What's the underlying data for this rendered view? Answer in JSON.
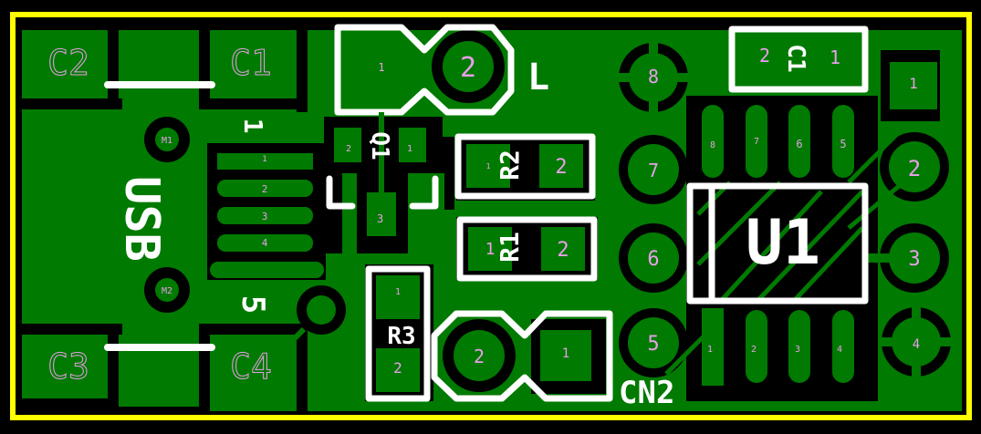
{
  "board": {
    "outline_color": "#ffff00",
    "copper_color": "#007a00",
    "silkscreen_color": "#ffffff",
    "pad_label_color": "#e8a0e8",
    "background_color": "#000000"
  },
  "silkscreen": {
    "usb": "USB",
    "usb_pin1": "1",
    "usb_pin5": "5",
    "L": "L",
    "Q1": "Q1",
    "R2": "R2",
    "R1": "R1",
    "R3": "R3",
    "C1": "C1",
    "U1": "U1",
    "CN2": "CN2"
  },
  "components": {
    "C2": {
      "ref": "C2"
    },
    "C1_usb": {
      "ref": "C1"
    },
    "C3": {
      "ref": "C3"
    },
    "C4": {
      "ref": "C4"
    },
    "M1": {
      "ref": "M1"
    },
    "M2": {
      "ref": "M2"
    },
    "usb_pins": [
      "1",
      "2",
      "3",
      "4"
    ],
    "L_pads": [
      "1",
      "2"
    ],
    "Q1_pads": [
      "2",
      "1",
      "3"
    ],
    "R2_pads": [
      "1",
      "2"
    ],
    "R1_pads": [
      "1",
      "2"
    ],
    "R3_pads": [
      "1",
      "2"
    ],
    "CN2_pads": [
      "2",
      "1"
    ],
    "C1_pads": [
      "2",
      "1"
    ],
    "U1_top_pads": [
      "8",
      "7",
      "6",
      "5"
    ],
    "U1_bottom_pads": [
      "1",
      "2",
      "3",
      "4"
    ],
    "dip_left_pads": [
      "8",
      "7",
      "6",
      "5"
    ],
    "dip_right_pads": [
      "1",
      "2",
      "3",
      "4"
    ]
  }
}
